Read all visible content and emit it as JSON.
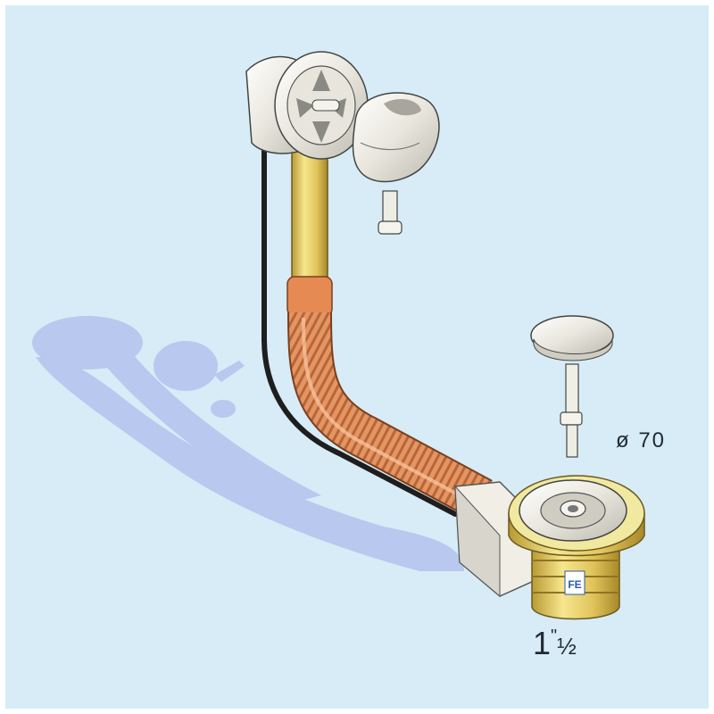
{
  "figure": {
    "background_color": "#d7ecf6",
    "frame_color": "#ffffff",
    "shadow_color": "#b9c9ef",
    "brass_color": "#e9d26a",
    "hose_color": "#d9895a",
    "chrome_color": "#e8e6dc",
    "cable_color": "#222222"
  },
  "labels": {
    "diameter": "ø 70",
    "thread_whole": "1",
    "thread_mark": "\"",
    "thread_fraction": "½"
  },
  "logo": {
    "text": "FE",
    "color": "#2a5bb0"
  }
}
